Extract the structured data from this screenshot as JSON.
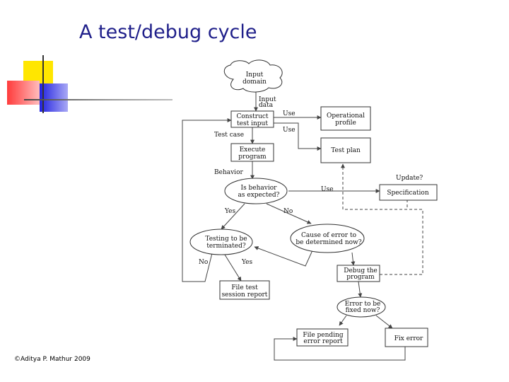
{
  "slide": {
    "title": "A test/debug cycle",
    "footer": "©Aditya P. Mathur 2009"
  },
  "decoration": {
    "yellow": "#ffe600",
    "red": "#ff4a4a",
    "blue": "#3232e6",
    "bar": "#808080"
  },
  "diagram": {
    "nodes": {
      "input_domain": [
        "Input",
        "domain"
      ],
      "construct_test_input": [
        "Construct",
        "test input"
      ],
      "execute_program": [
        "Execute",
        "program"
      ],
      "operational_profile": [
        "Operational",
        "profile"
      ],
      "test_plan": [
        "Test plan"
      ],
      "specification": [
        "Specification"
      ],
      "is_behavior_expected": [
        "Is behavior",
        "as expected?"
      ],
      "testing_terminated": [
        "Testing to be",
        "terminated?"
      ],
      "cause_of_error": [
        "Cause of error to",
        "be determined now?"
      ],
      "debug_program": [
        "Debug the",
        "program"
      ],
      "file_test_session_report": [
        "File test",
        "session report"
      ],
      "error_to_be_fixed": [
        "Error to be",
        "fixed now?"
      ],
      "file_pending_error_report": [
        "File pending",
        "error report"
      ],
      "fix_error": [
        "Fix error"
      ]
    },
    "labels": {
      "input_data": [
        "Input",
        "data"
      ],
      "use_operational": "Use",
      "use_test_plan": "Use",
      "test_case": "Test case",
      "behavior": "Behavior",
      "use_specification": "Use",
      "update": "Update?",
      "yes_behavior": "Yes",
      "no_behavior": "No",
      "no_terminated": "No",
      "yes_terminated": "Yes"
    }
  }
}
